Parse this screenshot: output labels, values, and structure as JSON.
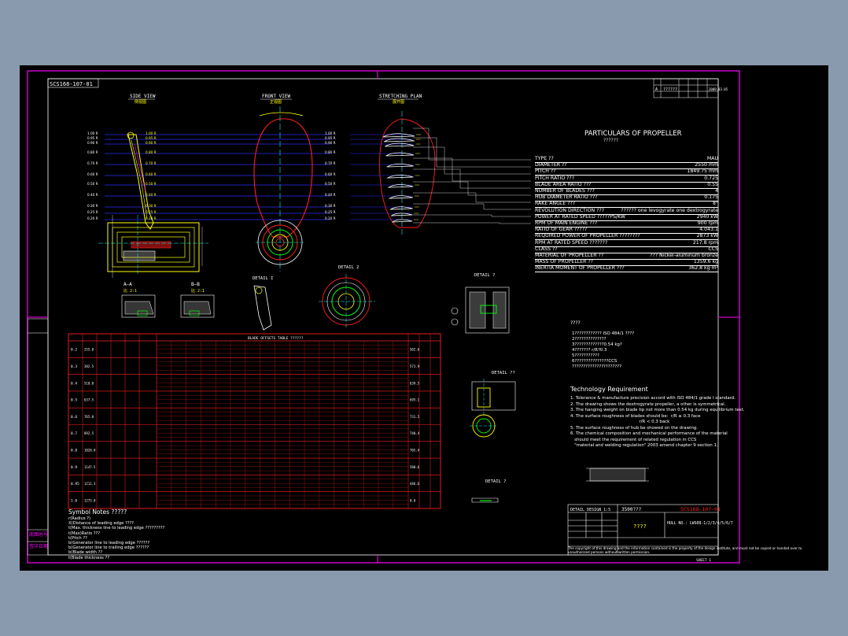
{
  "drawing_no_top": "SCS168-107-01",
  "views": {
    "side": {
      "title": "SIDE VIEW",
      "sub": "侧视图"
    },
    "front": {
      "title": "FRONT VIEW",
      "sub": "正视图"
    },
    "stretching": {
      "title": "STRETCHING PLAN",
      "sub": "展开图"
    },
    "section_aa": {
      "title": "A—A",
      "sub": "比 2:1"
    },
    "section_bb": {
      "title": "B—B",
      "sub": "比 2:1"
    },
    "detail_i": "DETAIL I",
    "detail_2": "DETAIL 2",
    "detail_3": "DETAIL ?",
    "detail_4": "DETAIL ??",
    "detail_5": "DETAIL ?"
  },
  "particulars": {
    "title": "PARTICULARS OF PROPELLER",
    "subtitle": "??????",
    "rows": [
      {
        "k": "TYPE ??",
        "v": "MAU"
      },
      {
        "k": "DIAMETER ??",
        "v": "2550 mm"
      },
      {
        "k": "PITCH ??",
        "v": "1849.75 mm"
      },
      {
        "k": "PITCH RATIO ???",
        "v": "0.725"
      },
      {
        "k": "BLADE AREA RATIO ???",
        "v": "0.55"
      },
      {
        "k": "NUMBER OF BLADES ???",
        "v": "4"
      },
      {
        "k": "HUB DIAMETER RATIO ???",
        "v": "0.175"
      },
      {
        "k": "RAKE ANGLE ???",
        "v": "8°"
      },
      {
        "k": "REVOLUTION DIRECTION ???",
        "v": "?????? one levogyrate one dextrogyrate"
      },
      {
        "k": "POWER AT RATED SPEED ?????PS/KW",
        "v": "2940 kW"
      },
      {
        "k": "RPM OF MAIN ENGINE ???",
        "v": "900 rpm"
      },
      {
        "k": "RATIO OF GEAR ?????",
        "v": "4.043:1"
      },
      {
        "k": "REQUIRED POWER OF PROPELLER ????????",
        "v": "2873 kW"
      },
      {
        "k": "RPM AT RATED SPEED ???????",
        "v": "217.8 rpm"
      },
      {
        "k": "CLASS ??",
        "v": "CCS"
      },
      {
        "k": "MATERIAL OF PROPELLER ??",
        "v": "??? Nickel-aluminum bronze"
      },
      {
        "k": "MASS OF PROPELLER ??",
        "v": "1359.6 kg"
      },
      {
        "k": "INERTIA MOMENT OF PROPELLER ???",
        "v": "362.8 kg·m²"
      }
    ]
  },
  "tech": {
    "cn_title": "????",
    "cn_lines": [
      "1???????????? ISO 484/1 ????",
      "2??????????????",
      "3?????????????0.54 kg?",
      "4??????? r/R?0.3",
      "5???????????",
      "6???????????????CCS",
      "??????????????????????"
    ],
    "title": "Technology Requirement",
    "lines": [
      "1. Tolerance & manufacture precision accord with ISO 484/1 grade I standard.",
      "2. The drawing shows the dextrogyrate propeller, a other is symmetrical.",
      "3. The hanging weight on blade tip not more than 0.54 kg during equilibrium test.",
      "4. The surface roughness of blades should be:  r/R ≥ 0.3 face",
      "                                                   r/R < 0.3 back",
      "5. The surface roughness of hub be showed on the drawing.",
      "6. The chemical composition and mechanical performance of the material",
      "   should meet the requirement of related regulation in CCS",
      "   \"material and welding regulation\" 2003 amend chapter 9 section 1."
    ]
  },
  "notes": {
    "title": "Symbol Notes ?????",
    "lines": [
      "r(Radius  ?)",
      "X(Distance of leading edge  ????",
      "t(Max. thickness line to leading edge ?????????",
      "t(Max)Ratio  ???",
      "t(Pitch ??",
      "b(Generator line to leading edge  ??????",
      "b(Generator line to trailing edge ??????",
      "b(Blade width  ??",
      "t(Blade thickness ??"
    ]
  },
  "title_block": {
    "scale": "DETAIL DESIGN  1:5",
    "name_cn": "3500???",
    "drawing_no": "SCS168-107-01",
    "part_cn": "????",
    "hull_no": "HULL NO.: LWS08-1/2/3/4/5/6/7",
    "footnote": "The copyright of this drawing and the information contained is the property of the design institute, and must not be copied or handed over to unauthorized persons without written permission.",
    "sheet": "SHEET 1"
  },
  "left_margin": {
    "top": "底图总号",
    "bottom": "签字日期"
  },
  "revision_table": {
    "cols": [
      "?",
      "?",
      "?",
      "?",
      "?",
      "?"
    ],
    "row": [
      "A",
      "??????",
      "",
      "",
      "",
      "2009.03.05"
    ]
  },
  "offsets_table": {
    "title": "BLADE OFFSETS TABLE ??????",
    "radii": [
      "0.2",
      "0.3",
      "0.4",
      "0.5",
      "0.6",
      "0.7",
      "0.8",
      "0.9",
      "0.95",
      "1.0"
    ],
    "radius_mm": [
      "255.0",
      "382.5",
      "510.0",
      "637.5",
      "765.0",
      "892.5",
      "1020.0",
      "1147.5",
      "1211.3",
      "1275.0"
    ],
    "widths": [
      "502.6",
      "573.9",
      "639.5",
      "695.1",
      "731.5",
      "740.4",
      "705.4",
      "580.6",
      "446.6",
      "0.0"
    ]
  },
  "section_labels": [
    "1.00 R",
    "0.95 R",
    "0.90 R",
    "0.80 R",
    "0.70 R",
    "0.60 R",
    "0.50 R",
    "0.40 R",
    "0.30 R",
    "0.25 R",
    "0.20 R"
  ],
  "colors": {
    "background": "#000000",
    "border": "#ff00ff",
    "line_white": "#ffffff",
    "blue": "#2222ff",
    "yellow": "#ffff00",
    "red": "#ff2020",
    "green": "#00ff00",
    "cyan": "#00ffff"
  }
}
